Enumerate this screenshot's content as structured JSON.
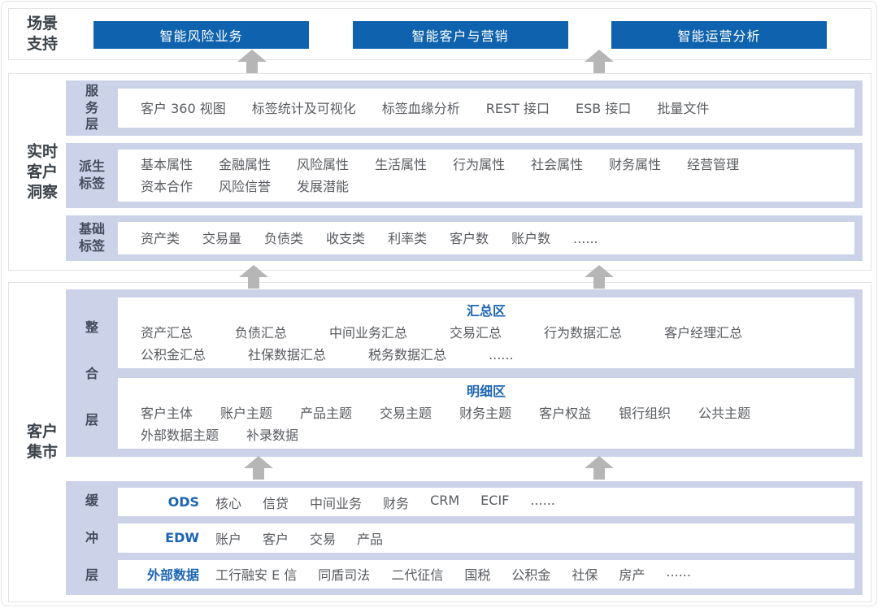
{
  "colors": {
    "accent_blue": "#0f63ae",
    "link_blue": "#1b64b5",
    "band_lavender": "#ccd3e9",
    "arrow_gray": "#b6b6b6",
    "label_dark": "#3c434b",
    "item_gray": "#585b60"
  },
  "icons": {
    "up_arrow": "▲"
  },
  "scenario_bar": {
    "label": "场景支持",
    "buttons": [
      "智能风险业务",
      "智能客户与营销",
      "智能运营分析"
    ]
  },
  "insight_section": {
    "label": "实时客户洞察",
    "layers": [
      {
        "name": "服务层",
        "rows": [
          [
            "客户 360 视图",
            "标签统计及可视化",
            "标签血缘分析",
            "REST 接口",
            "ESB 接口",
            "批量文件"
          ]
        ]
      },
      {
        "name": "派生标签",
        "rows": [
          [
            "基本属性",
            "金融属性",
            "风险属性",
            "生活属性",
            "行为属性",
            "社会属性",
            "财务属性",
            "经营管理"
          ],
          [
            "资本合作",
            "风险信誉",
            "发展潜能"
          ]
        ]
      },
      {
        "name": "基础标签",
        "rows": [
          [
            "资产类",
            "交易量",
            "负债类",
            "收支类",
            "利率类",
            "客户数",
            "账户数",
            "......"
          ]
        ]
      }
    ]
  },
  "mart_section": {
    "label": "客户集市",
    "integration_layer": {
      "name": "整合层",
      "zones": [
        {
          "title": "汇总区",
          "rows": [
            [
              "资产汇总",
              "负债汇总",
              "中间业务汇总",
              "交易汇总",
              "行为数据汇总",
              "客户经理汇总"
            ],
            [
              "公积金汇总",
              "社保数据汇总",
              "税务数据汇总",
              "......"
            ]
          ]
        },
        {
          "title": "明细区",
          "rows": [
            [
              "客户主体",
              "账户主题",
              "产品主题",
              "交易主题",
              "财务主题",
              "客户权益",
              "银行组织",
              "公共主题"
            ],
            [
              "外部数据主题",
              "补录数据"
            ]
          ]
        }
      ]
    },
    "buffer_layer": {
      "name": "缓冲层",
      "rows": [
        {
          "label": "ODS",
          "items": [
            "核心",
            "信贷",
            "中间业务",
            "财务",
            "CRM",
            "ECIF",
            "......"
          ]
        },
        {
          "label": "EDW",
          "items": [
            "账户",
            "客户",
            "交易",
            "产品"
          ]
        },
        {
          "label": "外部数据",
          "items": [
            "工行融安 E 信",
            "同盾司法",
            "二代征信",
            "国税",
            "公积金",
            "社保",
            "房产",
            "......"
          ]
        }
      ]
    }
  }
}
